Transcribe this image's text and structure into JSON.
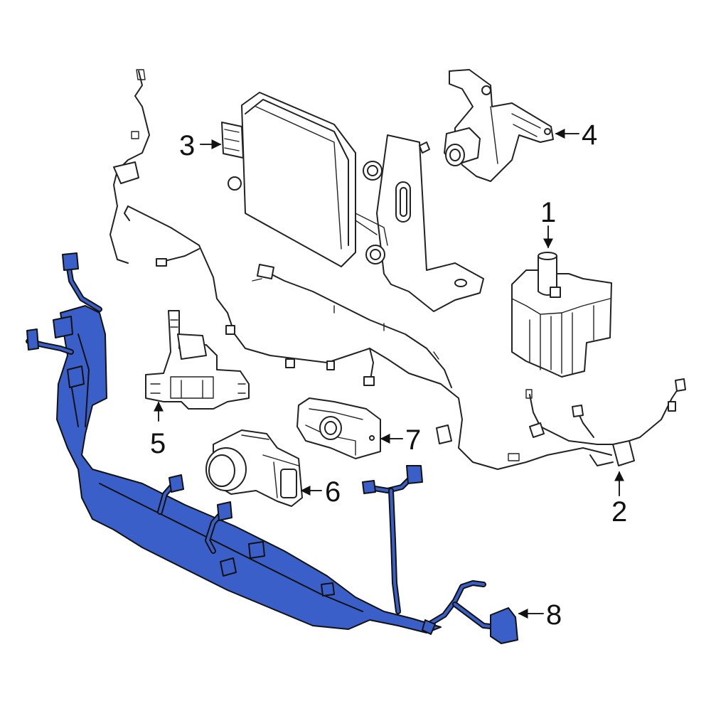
{
  "colors": {
    "highlight": "#3a5fc8",
    "line": "#222222",
    "background": "#ffffff"
  },
  "callouts": {
    "c1": "1",
    "c2": "2",
    "c3": "3",
    "c4": "4",
    "c5": "5",
    "c6": "6",
    "c7": "7",
    "c8": "8"
  }
}
